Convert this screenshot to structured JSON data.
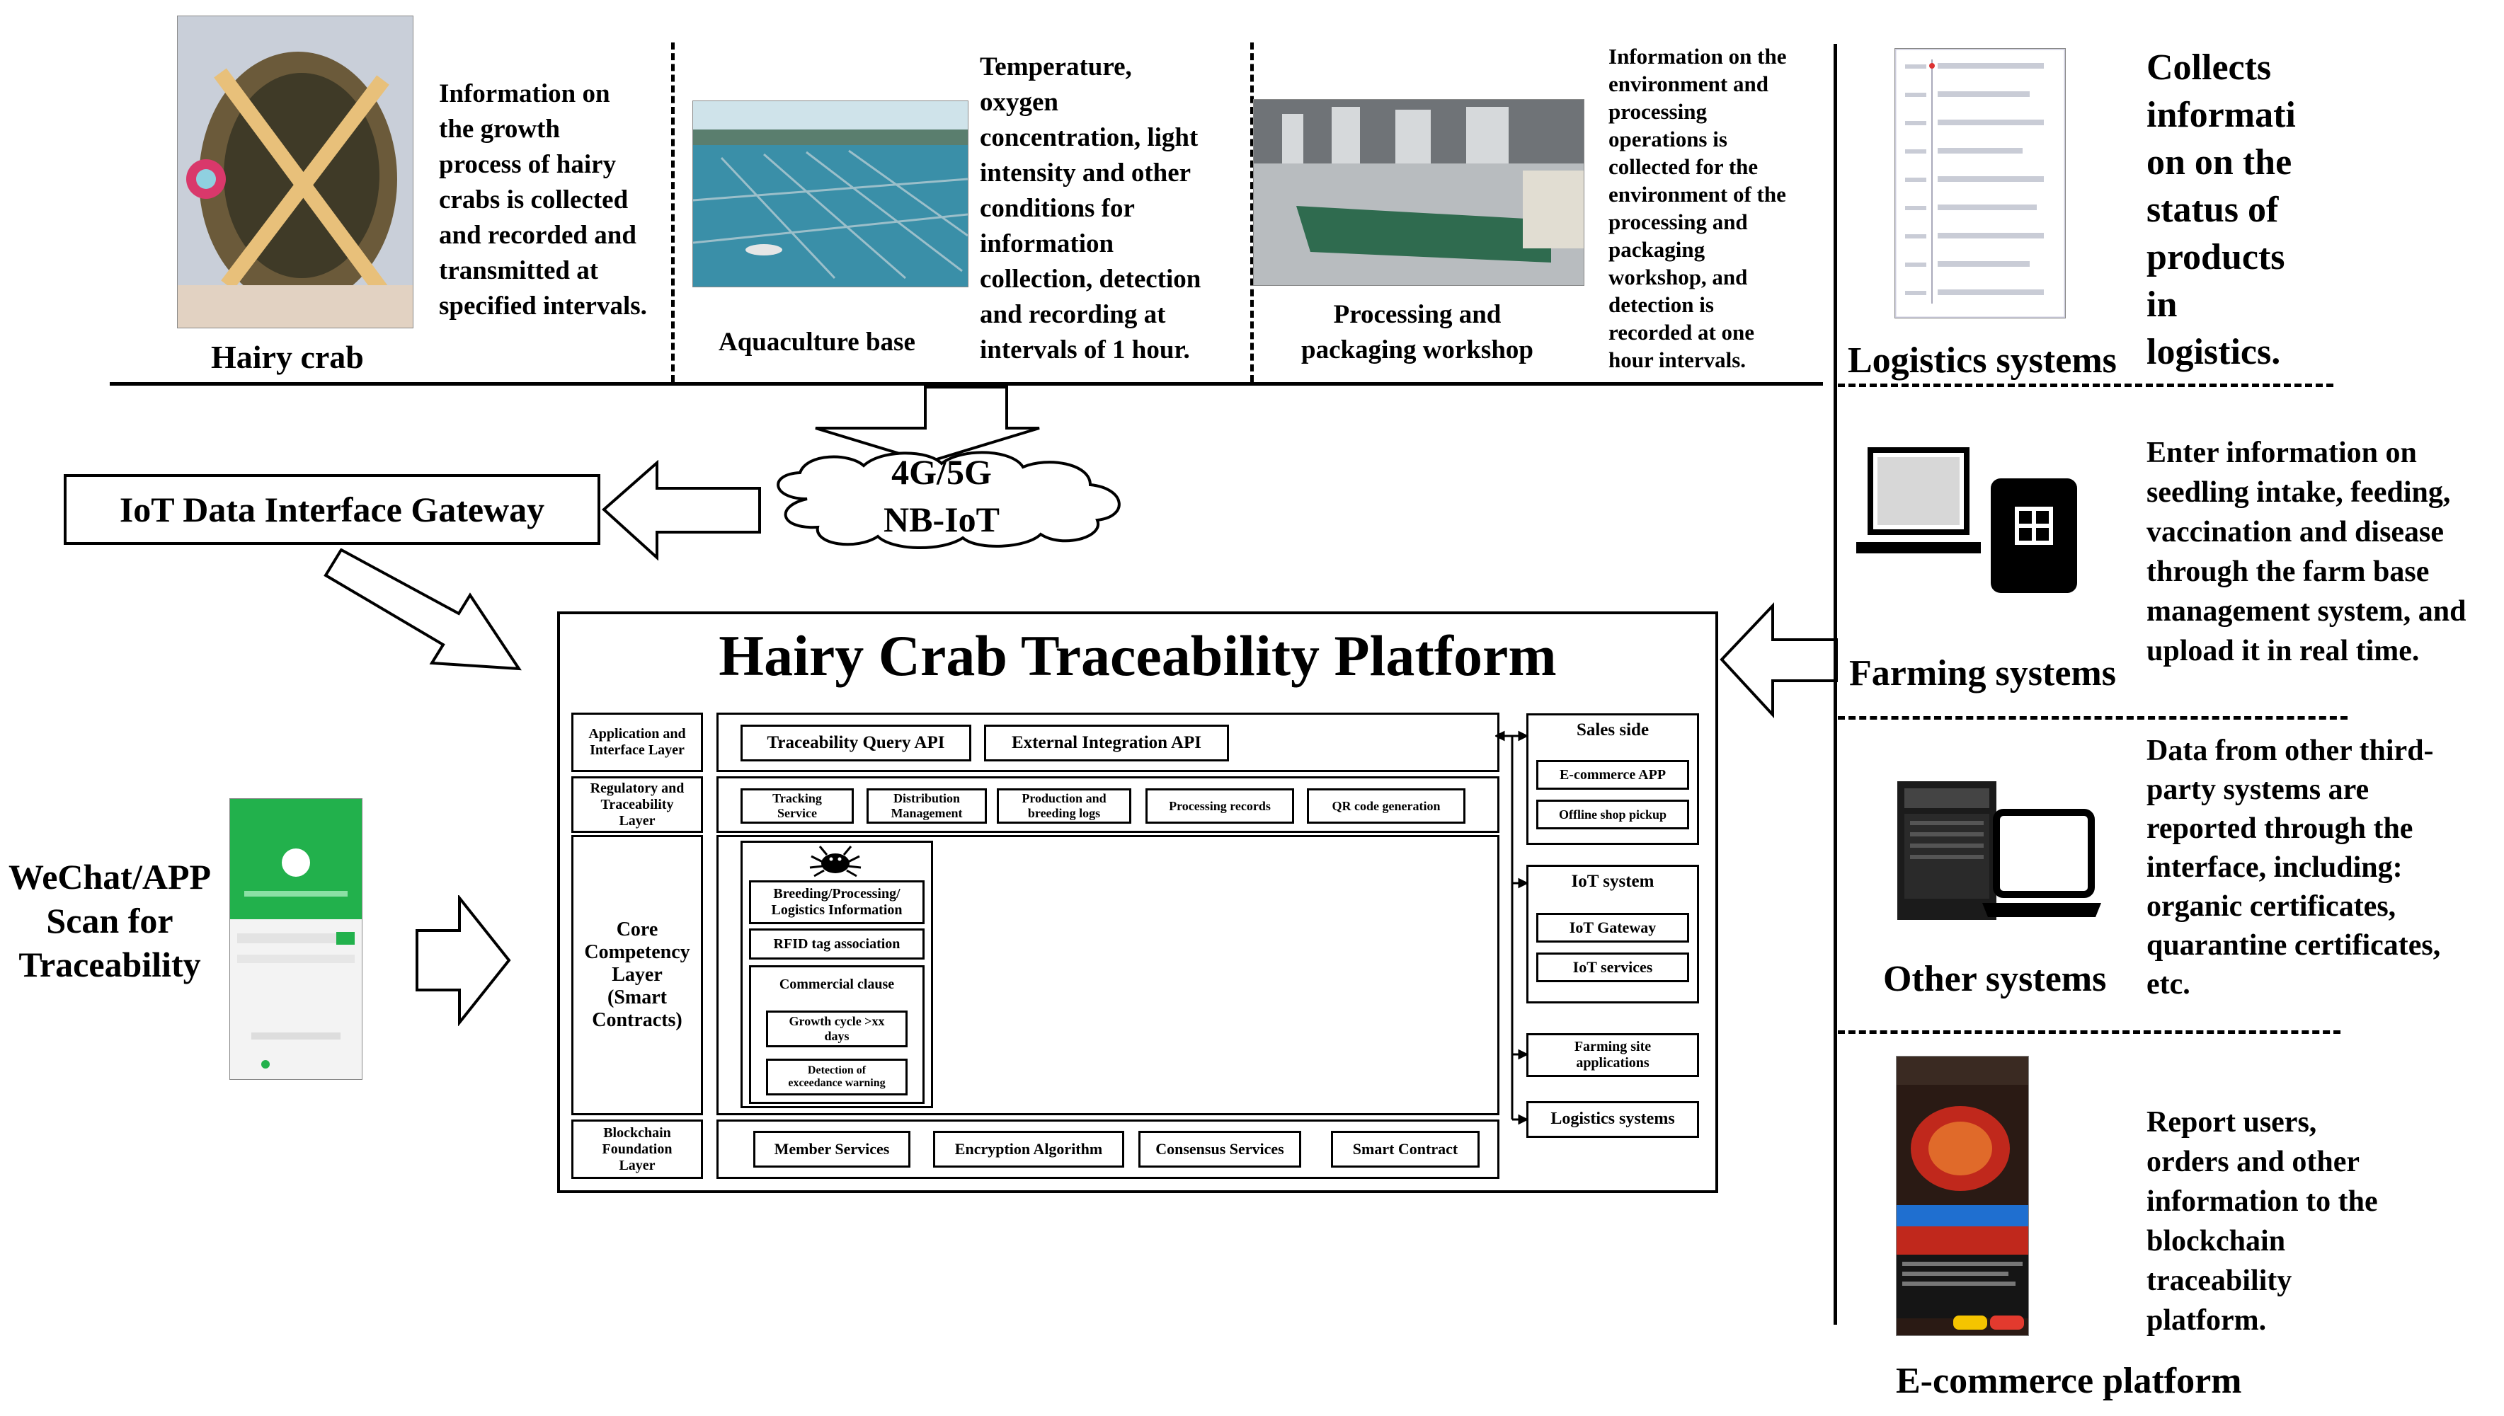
{
  "top": {
    "hairy_crab": {
      "label": "Hairy crab",
      "info": "Information on\nthe growth\nprocess of hairy\ncrabs is collected\nand recorded and\ntransmitted at\nspecified intervals."
    },
    "aquaculture": {
      "label": "Aquaculture base",
      "info": "Temperature,\noxygen\nconcentration, light\nintensity and other\nconditions for\ninformation\ncollection, detection\nand recording at\nintervals of 1 hour."
    },
    "processing": {
      "label": "Processing and\npackaging workshop",
      "info": "Information on the\nenvironment and\nprocessing\noperations is\ncollected for the\nenvironment of the\nprocessing and\npackaging\nworkshop, and\ndetection is\nrecorded at one\nhour intervals."
    }
  },
  "network": {
    "line1": "4G/5G",
    "line2": "NB-IoT"
  },
  "gateway": {
    "label": "IoT Data Interface Gateway"
  },
  "wechat": {
    "label": "WeChat/APP\nScan for\nTraceability"
  },
  "platform": {
    "title": "Hairy Crab Traceability Platform",
    "layers": {
      "application": "Application and\nInterface Layer",
      "regulatory": "Regulatory and\nTraceability\nLayer",
      "core": "Core\nCompetency\nLayer\n(Smart\nContracts)",
      "blockchain": "Blockchain\nFoundation\nLayer"
    },
    "application_items": [
      "Traceability Query API",
      "External Integration API"
    ],
    "regulatory_items": [
      "Tracking\nService",
      "Distribution\nManagement",
      "Production and\nbreeding logs",
      "Processing records",
      "QR code generation"
    ],
    "core_items": {
      "info": "Breeding/Processing/\nLogistics Information",
      "rfid": "RFID tag association",
      "clause": "Commercial clause",
      "growth": "Growth cycle >xx\ndays",
      "detection": "Detection of\nexceedance warning"
    },
    "blockchain_items": [
      "Member Services",
      "Encryption Algorithm",
      "Consensus Services",
      "Smart Contract"
    ],
    "right_side": {
      "sales_side": "Sales side",
      "ecommerce_app": "E-commerce APP",
      "offline_pickup": "Offline shop pickup",
      "iot_system": "IoT system",
      "iot_gateway": "IoT Gateway",
      "iot_services": "IoT services",
      "farming_site": "Farming site\napplications",
      "logistics": "Logistics systems"
    }
  },
  "right_panel": {
    "logistics": {
      "label": "Logistics systems",
      "info": "Collects\ninformati\non on the\nstatus of\nproducts\nin\nlogistics."
    },
    "farming": {
      "label": "Farming systems",
      "info": "Enter information on\nseedling intake, feeding,\nvaccination and disease\nthrough the farm base\nmanagement system, and\nupload it in real time."
    },
    "other": {
      "label": "Other systems",
      "info": "Data from other third-\nparty systems are\nreported through the\ninterface, including:\norganic certificates,\nquarantine certificates,\netc."
    },
    "ecommerce": {
      "label": "E-commerce platform",
      "info": "Report users,\norders and other\ninformation to the\nblockchain\ntraceability\nplatform."
    }
  },
  "colors": {
    "phone_green": "#22b14c",
    "ecommerce_red": "#c0281c",
    "water": "#3a8fa8"
  }
}
